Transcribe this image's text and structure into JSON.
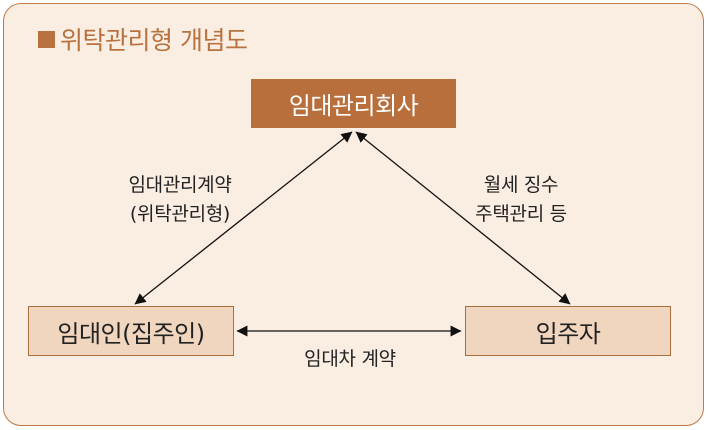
{
  "title": "위탁관리형 개념도",
  "nodes": {
    "company": "임대관리회사",
    "lessor": "임대인(집주인)",
    "tenant": "입주자"
  },
  "edges": {
    "lessor_company": [
      "임대관리계약",
      "(위탁관리형)"
    ],
    "company_tenant": [
      "월세 징수",
      "주택관리 등"
    ],
    "lessor_tenant": "임대차 계약"
  },
  "colors": {
    "accent": "#b8723f",
    "panel_background": "#faeee3",
    "node_fill": "#f0d5bf"
  }
}
